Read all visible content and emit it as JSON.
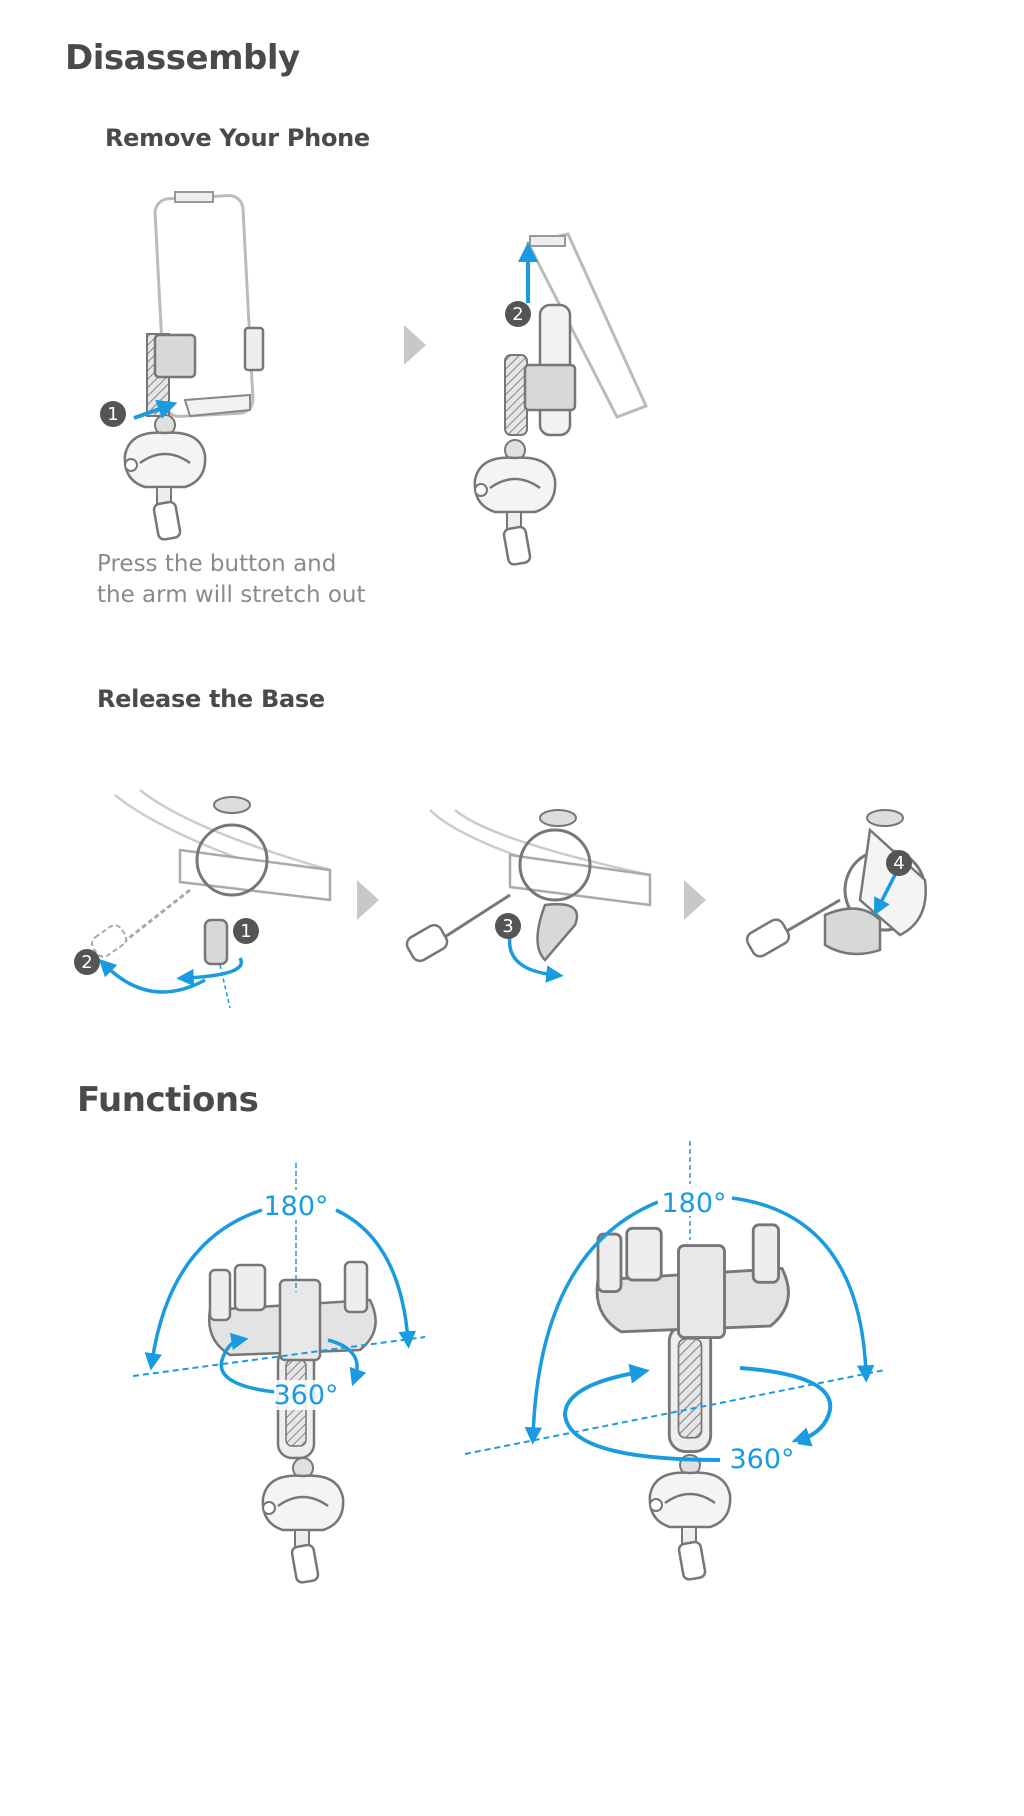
{
  "sections": {
    "disassembly": {
      "title": "Disassembly",
      "remove_phone": {
        "title": "Remove Your Phone",
        "caption_line1": "Press the button and",
        "caption_line2": "the arm will stretch out",
        "steps": [
          "1",
          "2"
        ]
      },
      "release_base": {
        "title": "Release the Base",
        "steps": [
          "1",
          "2",
          "3",
          "4"
        ]
      }
    },
    "functions": {
      "title": "Functions",
      "left": {
        "tilt": "180°",
        "rotate": "360°"
      },
      "right": {
        "tilt": "180°",
        "rotate": "360°"
      }
    }
  },
  "colors": {
    "accent": "#1a9be0",
    "heading": "#4a4a4a",
    "caption": "#8a8a8a",
    "badge": "#555555",
    "arrow": "#c8c8c8"
  }
}
